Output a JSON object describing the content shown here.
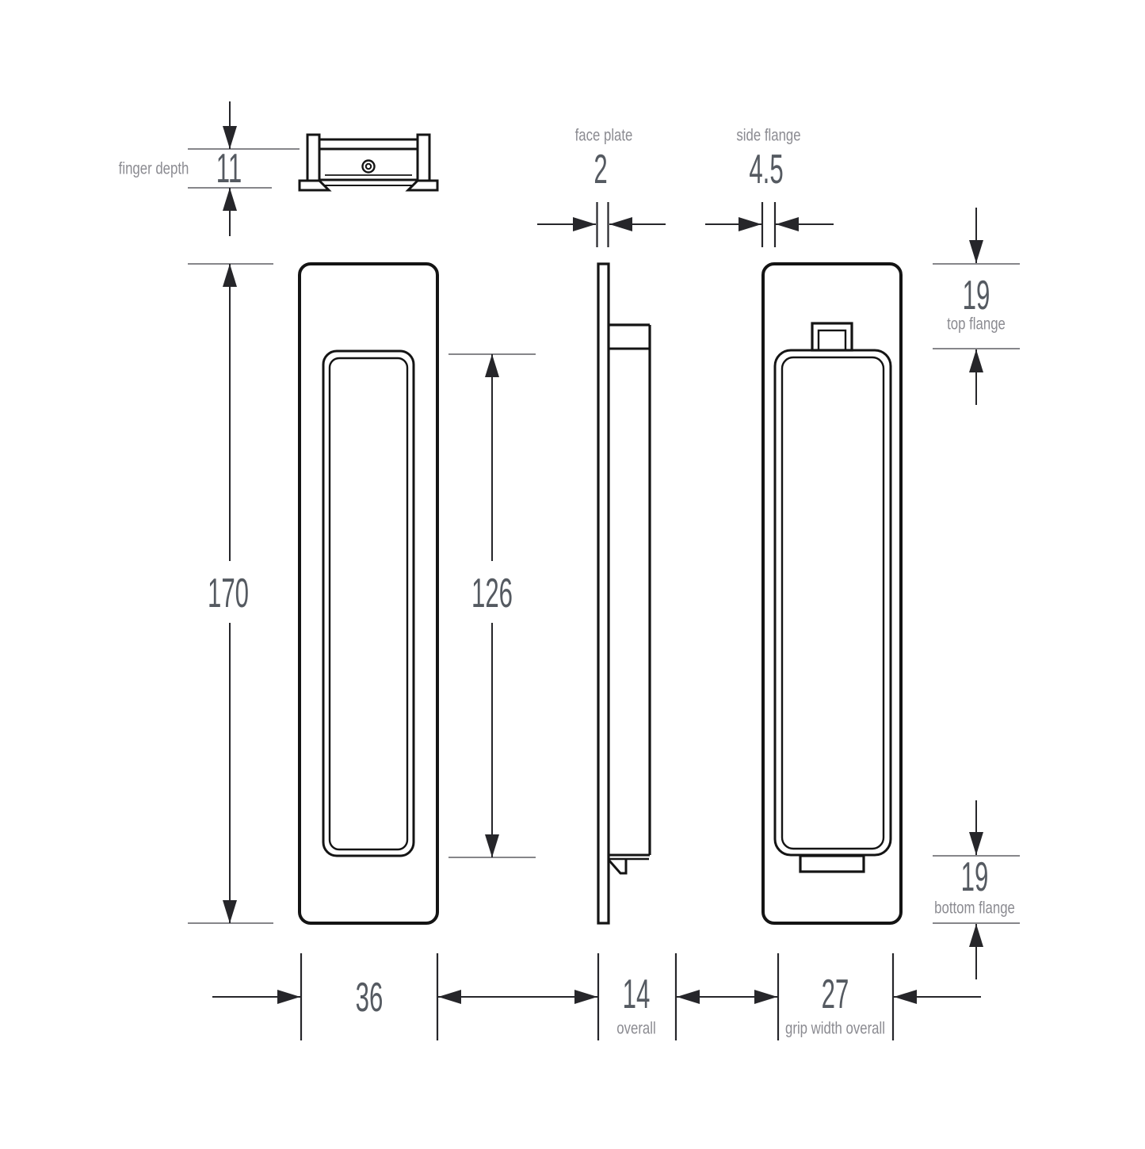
{
  "colors": {
    "outline": "#141414",
    "dimension_line": "#26262a",
    "extension_line": "#74747a",
    "number_text": "#555a61",
    "label_text": "#8b8b91",
    "background": "#ffffff"
  },
  "dimensions": {
    "finger_depth": {
      "label": "finger depth",
      "value": "11"
    },
    "face_plate": {
      "label": "face plate",
      "value": "2"
    },
    "side_flange": {
      "label": "side flange",
      "value": "4.5"
    },
    "overall_height": {
      "value": "170"
    },
    "recess_height": {
      "value": "126"
    },
    "top_flange": {
      "value": "19",
      "label": "top flange"
    },
    "bottom_flange": {
      "value": "19",
      "label": "bottom flange"
    },
    "width": {
      "value": "36"
    },
    "depth_overall": {
      "value": "14",
      "label": "overall"
    },
    "grip_width": {
      "value": "27",
      "label": "grip width overall"
    }
  }
}
